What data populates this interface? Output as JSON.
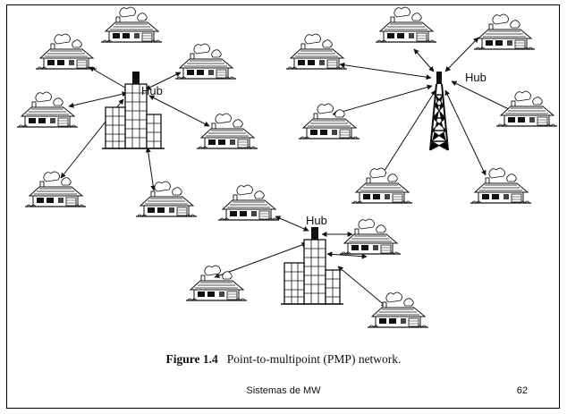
{
  "diagram": {
    "hub_labels": [
      "Hub",
      "Hub",
      "Hub"
    ],
    "caption_number": "Figure 1.4",
    "caption_text": "Point-to-multipoint (PMP) network."
  },
  "footer": {
    "title": "Sistemas de MW",
    "page_number": "62"
  }
}
